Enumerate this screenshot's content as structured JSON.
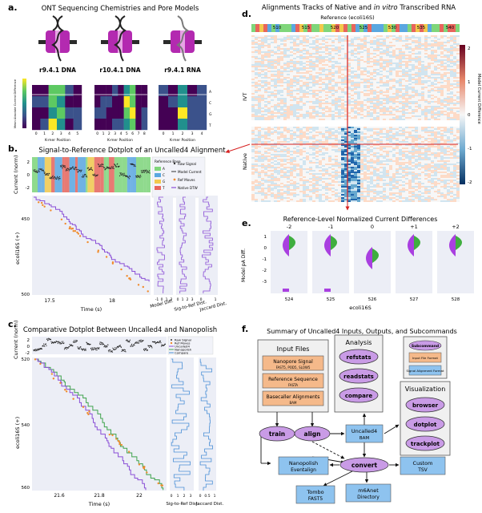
{
  "panel_a": {
    "letter": "a.",
    "title": "ONT Sequencing Chemistries and Pore Models",
    "pores": [
      {
        "label": "r9.4.1 DNA",
        "strand_color": "#222222"
      },
      {
        "label": "r10.4.1 DNA",
        "strand_color": "#222222"
      },
      {
        "label": "r9.4.1 RNA",
        "strand_color": "#7a7a7a"
      }
    ],
    "cbar_label": "Mean Absolute Current Difference",
    "xlabel": "K-mer Position",
    "ticks_dna": [
      "0",
      "1",
      "2",
      "3",
      "4",
      "5"
    ],
    "ticks_r10": [
      "0",
      "1",
      "2",
      "3",
      "4",
      "5",
      "6",
      "7",
      "8"
    ],
    "ticks_rna": [
      "0",
      "1",
      "2",
      "3",
      "4"
    ],
    "bases": [
      "A",
      "C",
      "G",
      "T"
    ],
    "colors": {
      "magenta": "#b32ab0",
      "dark": "#2b2b2b"
    }
  },
  "panel_b": {
    "letter": "b.",
    "title": "Signal-to-Reference Dotplot of an Uncalled4 Alignment",
    "ylabel_top": "Current (norm)",
    "ylabel_bottom": "ecoli16S (+)",
    "yticks_top": [
      "2",
      "0",
      "-2"
    ],
    "yticks_bottom": [
      "450",
      "500"
    ],
    "xticks": [
      "17.5",
      "18"
    ],
    "xlabel": "Time (s)",
    "sublabels": [
      "Model Diff.",
      "Sig-to-Ref Dist.",
      "Jaccard Dist."
    ],
    "sub_ticks": [
      "-1",
      "0",
      "1",
      "2",
      "0",
      "1",
      "2",
      "3",
      "0",
      "1"
    ],
    "legend": {
      "title": "Reference Base",
      "bases": [
        {
          "name": "A",
          "color": "#7fd67a"
        },
        {
          "name": "C",
          "color": "#5aa7e0"
        },
        {
          "name": "G",
          "color": "#f2c94c"
        },
        {
          "name": "T",
          "color": "#e8655c"
        }
      ],
      "entries": [
        "Raw Signal",
        "Model Current",
        "Ref Moves",
        "Native DTW"
      ]
    }
  },
  "panel_c": {
    "letter": "c.",
    "title": "Comparative Dotplot Between Uncalled4 and Nanopolish",
    "ylabel_top": "Current (norm)",
    "ylabel_bottom": "ecoli16S (+)",
    "yticks_top": [
      "2",
      "0",
      "-2"
    ],
    "yticks_bottom": [
      "520",
      "540",
      "560"
    ],
    "xticks": [
      "21.6",
      "21.8",
      "22"
    ],
    "xlabel": "Time (s)",
    "sublabels": [
      "Sig-to-Ref Dist.",
      "Jaccard Dist."
    ],
    "sub_ticks": [
      "0",
      "1",
      "2",
      "3",
      "0",
      "0.5",
      "1"
    ],
    "legend": [
      "Raw Signal",
      "Ref Moves",
      "Uncalled4",
      "Nanopolish",
      "Compare"
    ]
  },
  "panel_d": {
    "letter": "d.",
    "title_a": "Alignments Tracks of Native and ",
    "title_b": "in vitro",
    "title_c": " Transcribed RNA",
    "ref_label": "Reference (ecoli16S)",
    "ref_ticks": [
      "510",
      "515",
      "520",
      "525",
      "530",
      "535",
      "540"
    ],
    "row_labels": [
      "IVT",
      "Native"
    ],
    "cbar_ticks": [
      "2",
      "1",
      "0",
      "-1",
      "-2"
    ],
    "cbar_label": "Model Current Difference"
  },
  "panel_e": {
    "letter": "e.",
    "title": "Reference-Level Normalized Current Differences",
    "offsets": [
      "-2",
      "-1",
      "0",
      "+1",
      "+2"
    ],
    "positions": [
      "524",
      "525",
      "526",
      "527",
      "528"
    ],
    "ylabel": "Model pA Diff.",
    "yticks": [
      "1",
      "0",
      "-1",
      "-2",
      "-3"
    ],
    "xlabel": "ecoli16S"
  },
  "panel_f": {
    "letter": "f.",
    "title": "Summary of Uncalled4 Inputs, Outputs, and Subcommands",
    "input_title": "Input Files",
    "inputs": [
      {
        "main": "Nanopore Signal",
        "sub": "FAST5, POD5, SLOW5"
      },
      {
        "main": "Reference Sequence",
        "sub": "FASTA"
      },
      {
        "main": "Basecaller Alignments",
        "sub": "BAM"
      }
    ],
    "analysis_title": "Analysis",
    "analysis": [
      "refstats",
      "readstats",
      "compare"
    ],
    "legend": {
      "subcommand": "Subcommand",
      "input": "Input File Format",
      "output": "Signal Alignment Format"
    },
    "viz_title": "Visualization",
    "viz": [
      "browser",
      "dotplot",
      "trackplot"
    ],
    "train": "train",
    "align": "align",
    "convert": "convert",
    "bam": {
      "main": "Uncalled4",
      "sub": "BAM"
    },
    "nanopolish": {
      "main": "Nanopolish",
      "sub": "Eventalign"
    },
    "tombo": {
      "main": "Tombo",
      "sub": "FAST5"
    },
    "m6anet": {
      "main": "m6Anet",
      "sub": "Directory"
    },
    "custom": {
      "main": "Custom",
      "sub": "TSV"
    },
    "colors": {
      "purple": "#c99be6",
      "orange": "#f5b98a",
      "blue": "#8ec3ef"
    }
  }
}
